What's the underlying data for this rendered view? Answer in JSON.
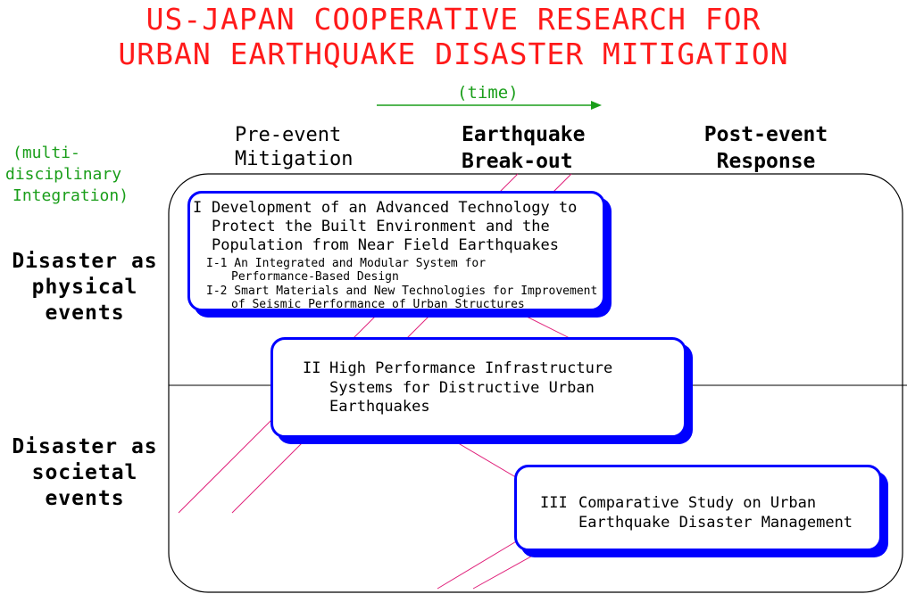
{
  "title": {
    "line1": "US-JAPAN COOPERATIVE RESEARCH FOR",
    "line2": "URBAN EARTHQUAKE DISASTER MITIGATION"
  },
  "time_label": "(time)",
  "axis_label": {
    "line1": "(multi-",
    "line2": "disciplinary",
    "line3": "Integration)"
  },
  "phases": [
    {
      "line1": "Pre-event",
      "line2": "Mitigation"
    },
    {
      "line1": "Earthquake",
      "line2": "Break-out"
    },
    {
      "line1": "Post-event",
      "line2": "Response"
    }
  ],
  "rows": [
    {
      "line1": "Disaster as",
      "line2": "physical",
      "line3": "events"
    },
    {
      "line1": "Disaster as",
      "line2": "societal",
      "line3": "events"
    }
  ],
  "boxes": {
    "one": {
      "num": "I",
      "line1": "Development of an Advanced Technology to",
      "line2": "Protect the Built Environment and the",
      "line3": "Population from Near Field Earthquakes",
      "sub1_a": "I-1 An Integrated and Modular System for",
      "sub1_b": "Performance-Based Design",
      "sub2_a": "I-2 Smart Materials and New Technologies for Improvement",
      "sub2_b": "of Seismic Performance of Urban Structures"
    },
    "two": {
      "num": "II",
      "line1": "High Performance Infrastructure",
      "line2": "Systems for Distructive Urban",
      "line3": "Earthquakes"
    },
    "three": {
      "num": "III",
      "line1": "Comparative Study on Urban",
      "line2": "Earthquake Disaster Management"
    }
  },
  "colors": {
    "title": "#ff1a1a",
    "green": "#1a9e1a",
    "box_border": "#0000ff",
    "diagonal": "#e0207a"
  }
}
